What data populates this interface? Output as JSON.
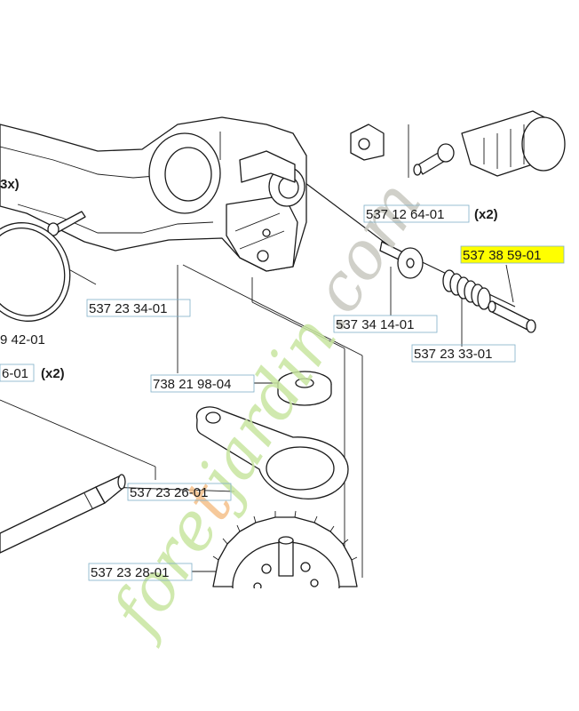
{
  "labels": {
    "qty_3x": "3x)",
    "screw_x2": "537 12 64-01",
    "x2_a": "(x2)",
    "highlighted_part": "537 38 59-01",
    "oring": "537 23 34-01",
    "washer_pin": "537 34 14-01",
    "spring": "537 23 33-01",
    "partial_942": "9 42-01",
    "partial_601": "6-01",
    "x2_b": "(x2)",
    "spacer": "738 21 98-04",
    "shaft": "537 23 26-01",
    "gear": "537 23 28-01"
  },
  "watermark": {
    "text": "foretjardin.com",
    "colors": {
      "green": "#c8e6a0",
      "orange": "#f5c08a",
      "gray": "#c8c8c0"
    }
  },
  "colors": {
    "highlight": "#ffff00",
    "label_box": "#7fb0c8"
  }
}
